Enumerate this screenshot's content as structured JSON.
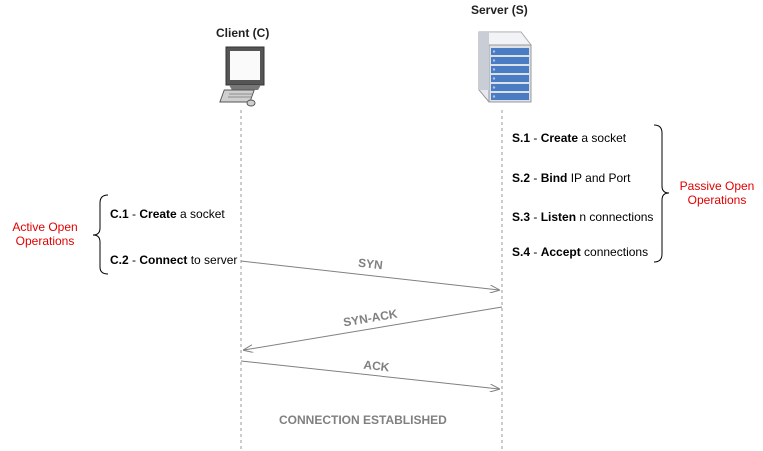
{
  "participants": {
    "client": {
      "label": "Client (C)",
      "icon": "desktop-computer-icon"
    },
    "server": {
      "label": "Server (S)",
      "icon": "server-rack-icon"
    }
  },
  "client_steps": [
    {
      "id": "C.1",
      "sep": " - ",
      "verb": "Create",
      "rest": " a socket"
    },
    {
      "id": "C.2",
      "sep": " - ",
      "verb": "Connect",
      "rest": " to server"
    }
  ],
  "server_steps": [
    {
      "id": "S.1",
      "sep": " - ",
      "verb": "Create",
      "rest": " a socket"
    },
    {
      "id": "S.2",
      "sep": " - ",
      "verb": "Bind",
      "rest": " IP and Port"
    },
    {
      "id": "S.3",
      "sep": " - ",
      "verb": "Listen",
      "rest": " n connections"
    },
    {
      "id": "S.4",
      "sep": " - ",
      "verb": "Accept",
      "rest": " connections"
    }
  ],
  "groups": {
    "active": {
      "line1": "Active Open",
      "line2": "Operations"
    },
    "passive": {
      "line1": "Passive Open",
      "line2": "Operations"
    }
  },
  "messages": [
    {
      "label": "SYN",
      "direction": "client-to-server"
    },
    {
      "label": "SYN-ACK",
      "direction": "server-to-client"
    },
    {
      "label": "ACK",
      "direction": "client-to-server"
    }
  ],
  "footer": "CONNECTION ESTABLISHED",
  "colors": {
    "accent_red": "#e00000",
    "arrow": "#808080",
    "text": "#000000",
    "server_blue": "#4a7cc4"
  }
}
